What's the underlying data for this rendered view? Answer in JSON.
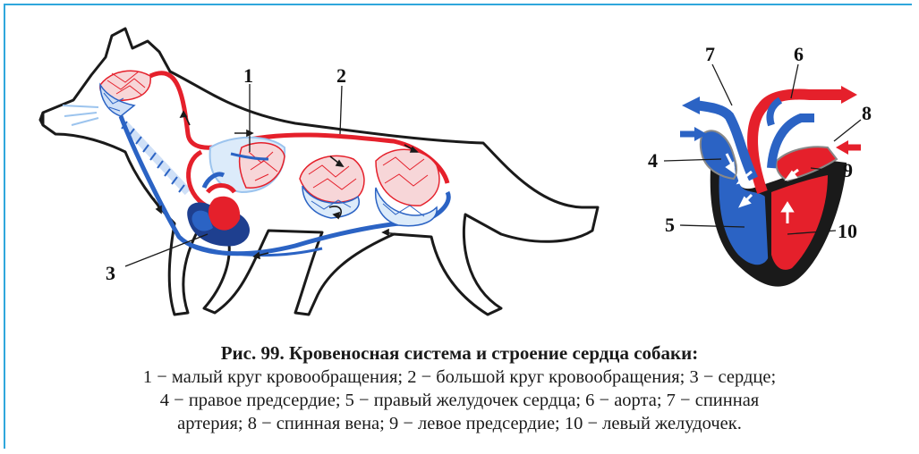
{
  "figure": {
    "title": "Рис. 99. Кровеносная система и строение сердца собаки:",
    "legend_lines": [
      "1 − малый круг кровообращения; 2 − большой круг кровообращения; 3 − сердце;",
      "4 − правое предсердие; 5 − правый желудочек сердца; 6 − аорта; 7 − спинная",
      "артерия; 8 − спинная вена; 9 − левое предсердие; 10 − левый желудочек."
    ],
    "dog_labels": [
      "1",
      "2",
      "3"
    ],
    "heart_labels": [
      "7",
      "6",
      "8",
      "4",
      "9",
      "5",
      "10"
    ]
  },
  "colors": {
    "frame": "#2fa7dc",
    "arterial": "#e5202b",
    "venous": "#2b63c4",
    "outline": "#1a1a1a"
  }
}
